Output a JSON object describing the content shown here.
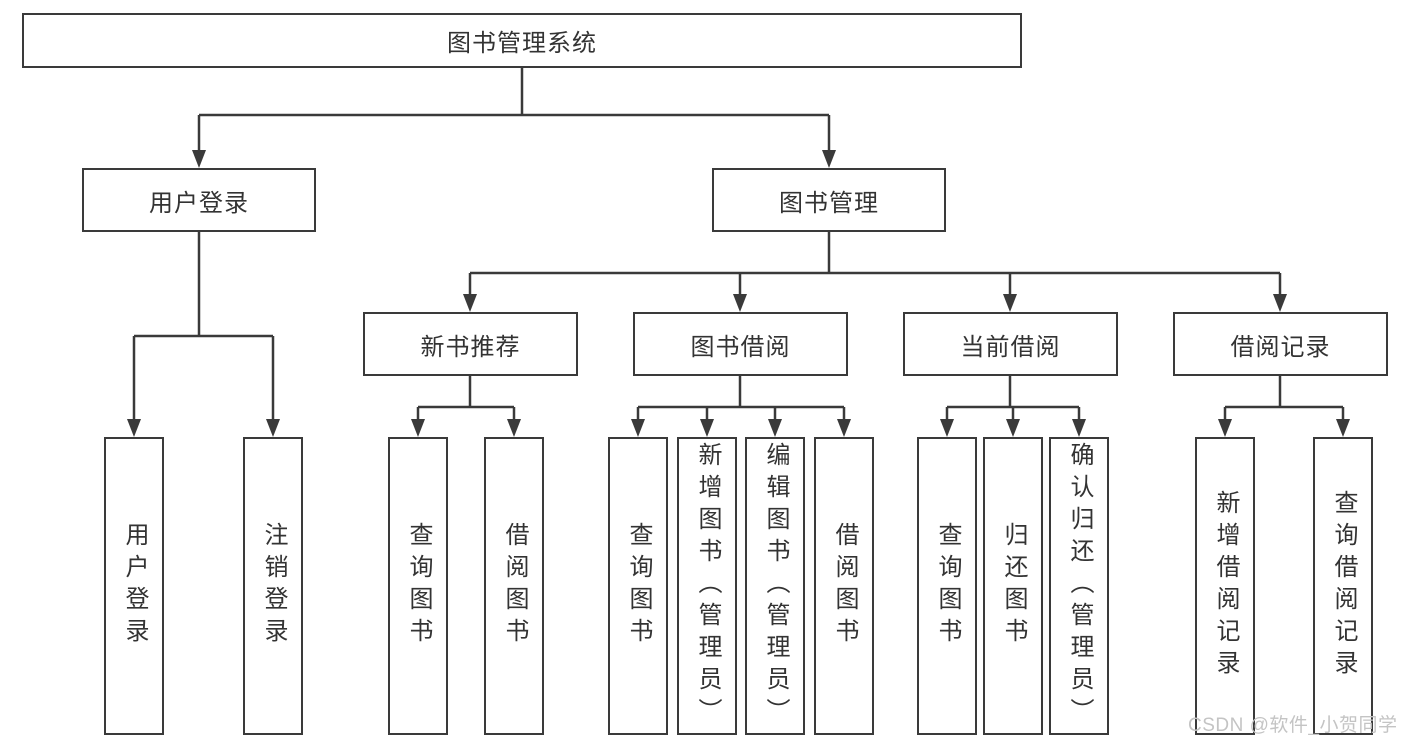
{
  "diagram": {
    "title": "图书管理系统",
    "user_login": {
      "label": "用户登录",
      "children": [
        "用户登录",
        "注销登录"
      ]
    },
    "book_management": {
      "label": "图书管理",
      "branches": [
        {
          "label": "新书推荐",
          "children": [
            "查询图书",
            "借阅图书"
          ]
        },
        {
          "label": "图书借阅",
          "children": [
            "查询图书",
            "新增图书（管理员）",
            "编辑图书（管理员）",
            "借阅图书"
          ]
        },
        {
          "label": "当前借阅",
          "children": [
            "查询图书",
            "归还图书",
            "确认归还（管理员）"
          ]
        },
        {
          "label": "借阅记录",
          "children": [
            "新增借阅记录",
            "查询借阅记录"
          ]
        }
      ]
    }
  },
  "watermark": "CSDN @软件_小贺同学",
  "colors": {
    "line": "#3a3a3a",
    "text": "#333333",
    "box_background": "#ffffff",
    "page_background": "#ffffff",
    "watermark": "#c4c4c4"
  }
}
